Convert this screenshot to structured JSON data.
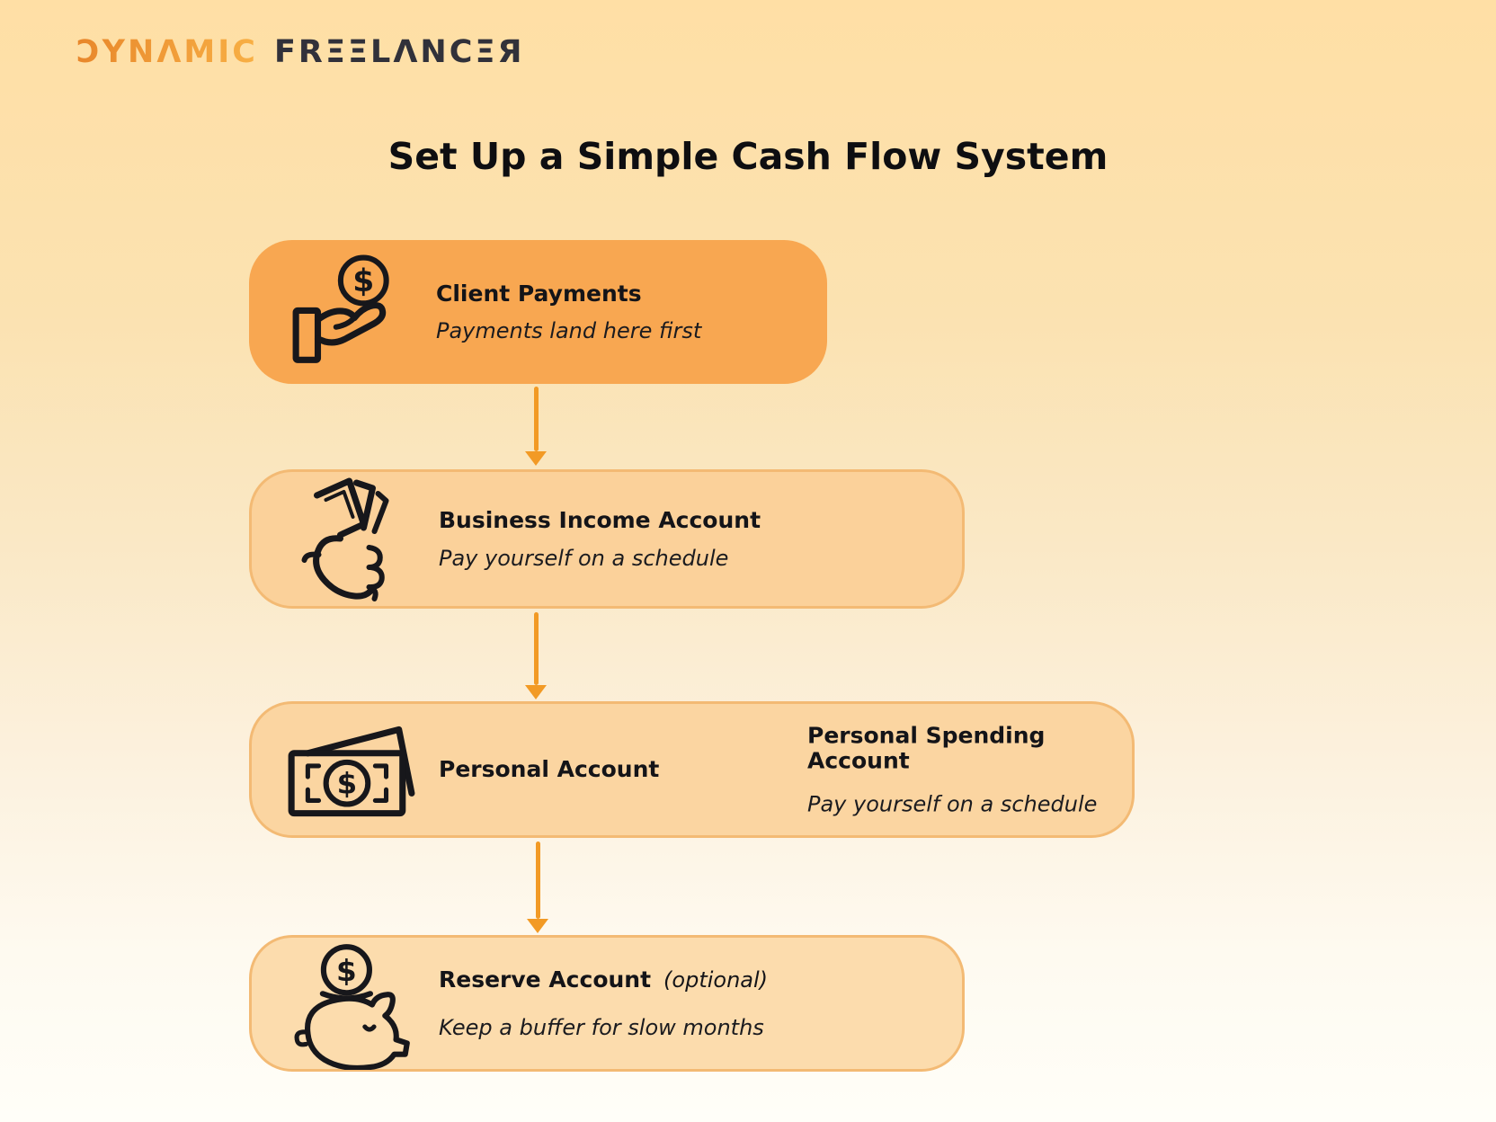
{
  "logo": {
    "dynamic": "ƆYNΛMIC",
    "freelancer": "FRΞΞLΛNCΞЯ"
  },
  "title": "Set Up a Simple Cash Flow System",
  "colors": {
    "background_top": "#FFDFA5",
    "background_bottom": "#FFFEF8",
    "primary_box_fill": "#F8A751",
    "light_box_fill": "#FBD19A",
    "light_box_border": "#F3BA74",
    "arrow": "#F29A25",
    "logo_orange": "#F0932D",
    "logo_dark": "#31313A",
    "text": "#141418"
  },
  "icons": {
    "dollar_glyph": "$"
  },
  "flow": {
    "nodes": [
      {
        "title": "Client Payments",
        "subtitle": "Payments land here first",
        "icon": "hand-coin-icon",
        "variant": "primary"
      },
      {
        "title": "Business Income Account",
        "subtitle": "Pay yourself on a schedule",
        "icon": "cash-fist-icon",
        "variant": "light"
      },
      {
        "title": "Personal Account",
        "right_title": "Personal Spending Account",
        "right_subtitle": "Pay yourself on a schedule",
        "icon": "banknote-icon",
        "variant": "light"
      },
      {
        "title": "Reserve Account",
        "title_suffix": "(optional)",
        "subtitle": "Keep a buffer for slow months",
        "icon": "piggy-bank-icon",
        "variant": "light"
      }
    ]
  }
}
